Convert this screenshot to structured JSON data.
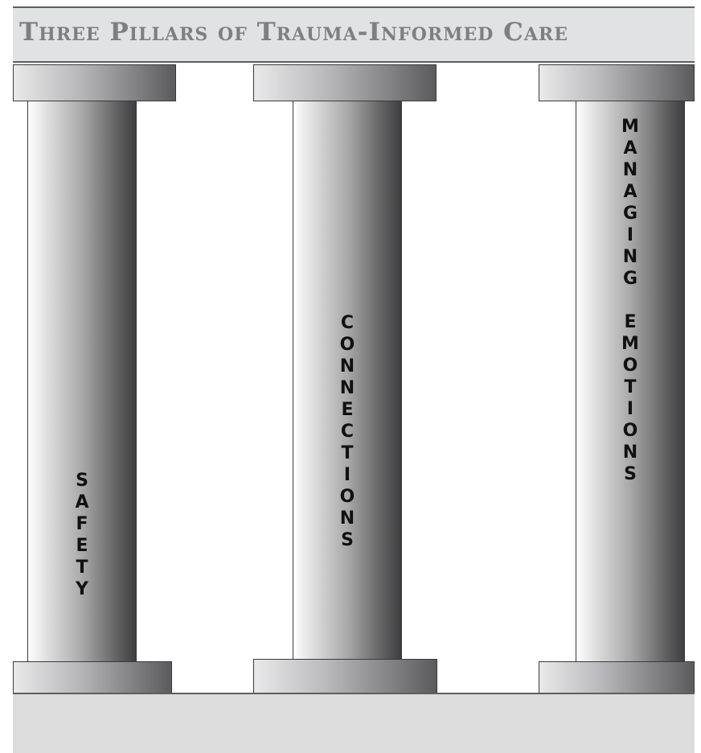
{
  "title": "Three Pillars of Trauma-Informed Care",
  "pillars": [
    {
      "label": "SAFETY"
    },
    {
      "label": "CONNECTIONS"
    },
    {
      "label": "MANAGING EMOTIONS"
    }
  ]
}
